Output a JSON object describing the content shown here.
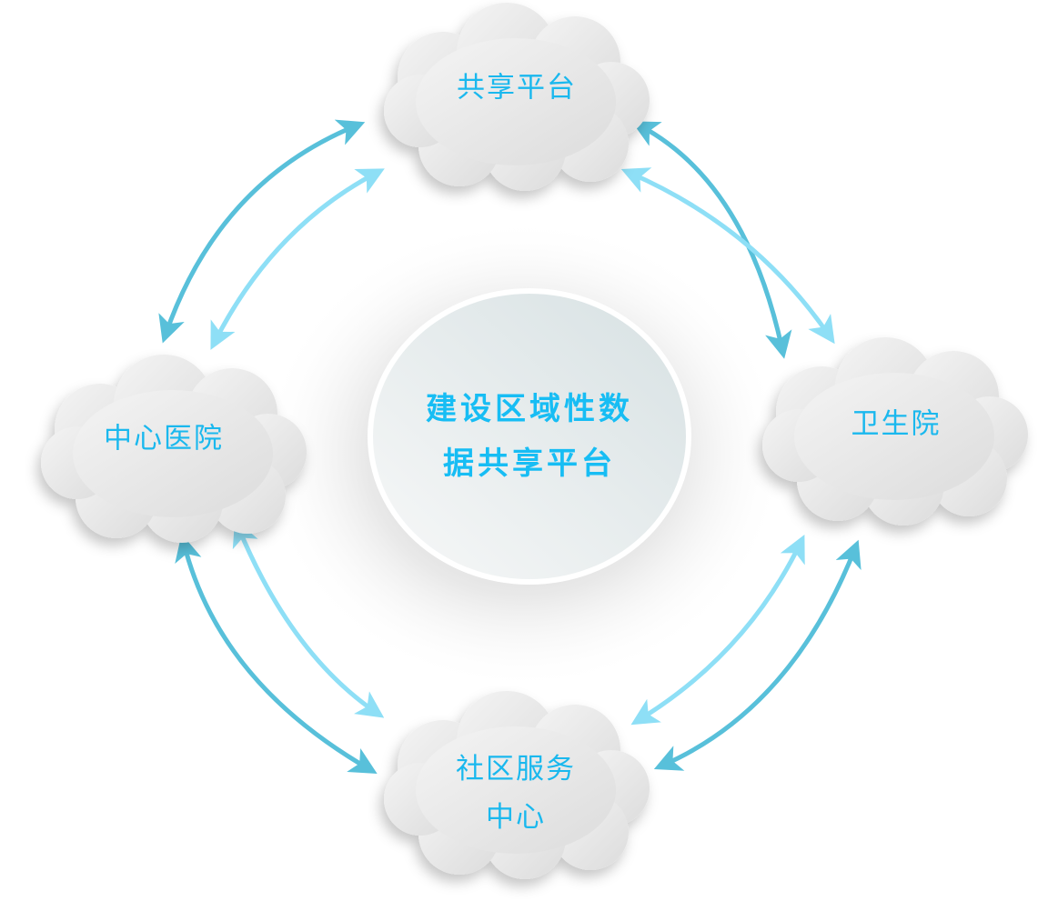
{
  "center": {
    "line1": "建设区域性数",
    "line2": "据共享平台"
  },
  "nodes": {
    "top": "共享平台",
    "left": "中心医院",
    "right": "卫生院",
    "bottom_line1": "社区服务",
    "bottom_line2": "中心"
  },
  "colors": {
    "text": "#1ab8ee",
    "arrow_dark": "#58c0da",
    "arrow_light": "#8edff6"
  }
}
